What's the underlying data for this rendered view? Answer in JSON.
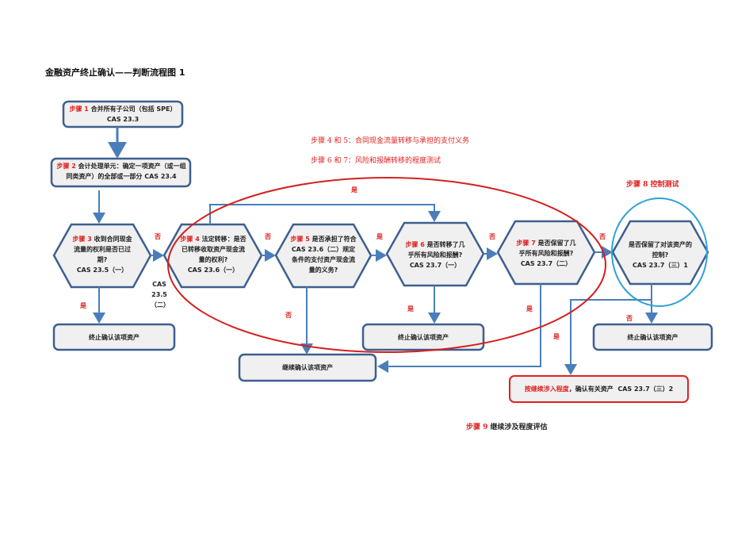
{
  "title": "金融资产终止确认——判断流程图 1",
  "notes": {
    "steps45": "步骤 4 和 5：合同现金流量转移与承担的支付义务",
    "steps67": "步骤 6 和 7：风险和报酬转移的程度测试",
    "step8": "步骤 8 控制测试",
    "step9_prefix": "步骤 9",
    "step9_text": "继续涉及程度评估"
  },
  "box1": {
    "step": "步骤 1",
    "text": "合并所有子公司（包括 SPE）",
    "ref": "CAS 23.3"
  },
  "box2": {
    "step": "步骤 2",
    "text": "会计处理单元：确定一项资产（或一组同类资产）的全部或一部分",
    "ref": "CAS 23.4"
  },
  "hex3": {
    "step": "步骤 3",
    "text": "收到合同现金流量的权利是否已过期?",
    "ref": "CAS 23.5（一）"
  },
  "hex4": {
    "step": "步骤 4",
    "text": "法定转移：是否已转移收取资产现金流量的权利?",
    "ref": "CAS 23.6（一）"
  },
  "hex5": {
    "step": "步骤 5",
    "text": "是否承担了符合 CAS 23.6（二）规定条件的支付资产现金流量的义务?"
  },
  "hex6": {
    "step": "步骤 6",
    "text": "是否转移了几乎所有风险和报酬?",
    "ref": "CAS 23.7（一）"
  },
  "hex7": {
    "step": "步骤 7",
    "text": "是否保留了几乎所有风险和报酬?",
    "ref": "CAS 23.7（二）"
  },
  "hex8": {
    "text": "是否保留了对该资产的控制?",
    "ref": "CAS 23.7（三）1"
  },
  "cas235b": "CAS 23.5（二）",
  "term": "终止确认该项资产",
  "cont": "继续确认该项资产",
  "involve": {
    "red": "按继续涉入程度",
    "text": "，确认有关资产",
    "ref": "CAS 23.7（三）2"
  },
  "yes": "是",
  "no": "否"
}
